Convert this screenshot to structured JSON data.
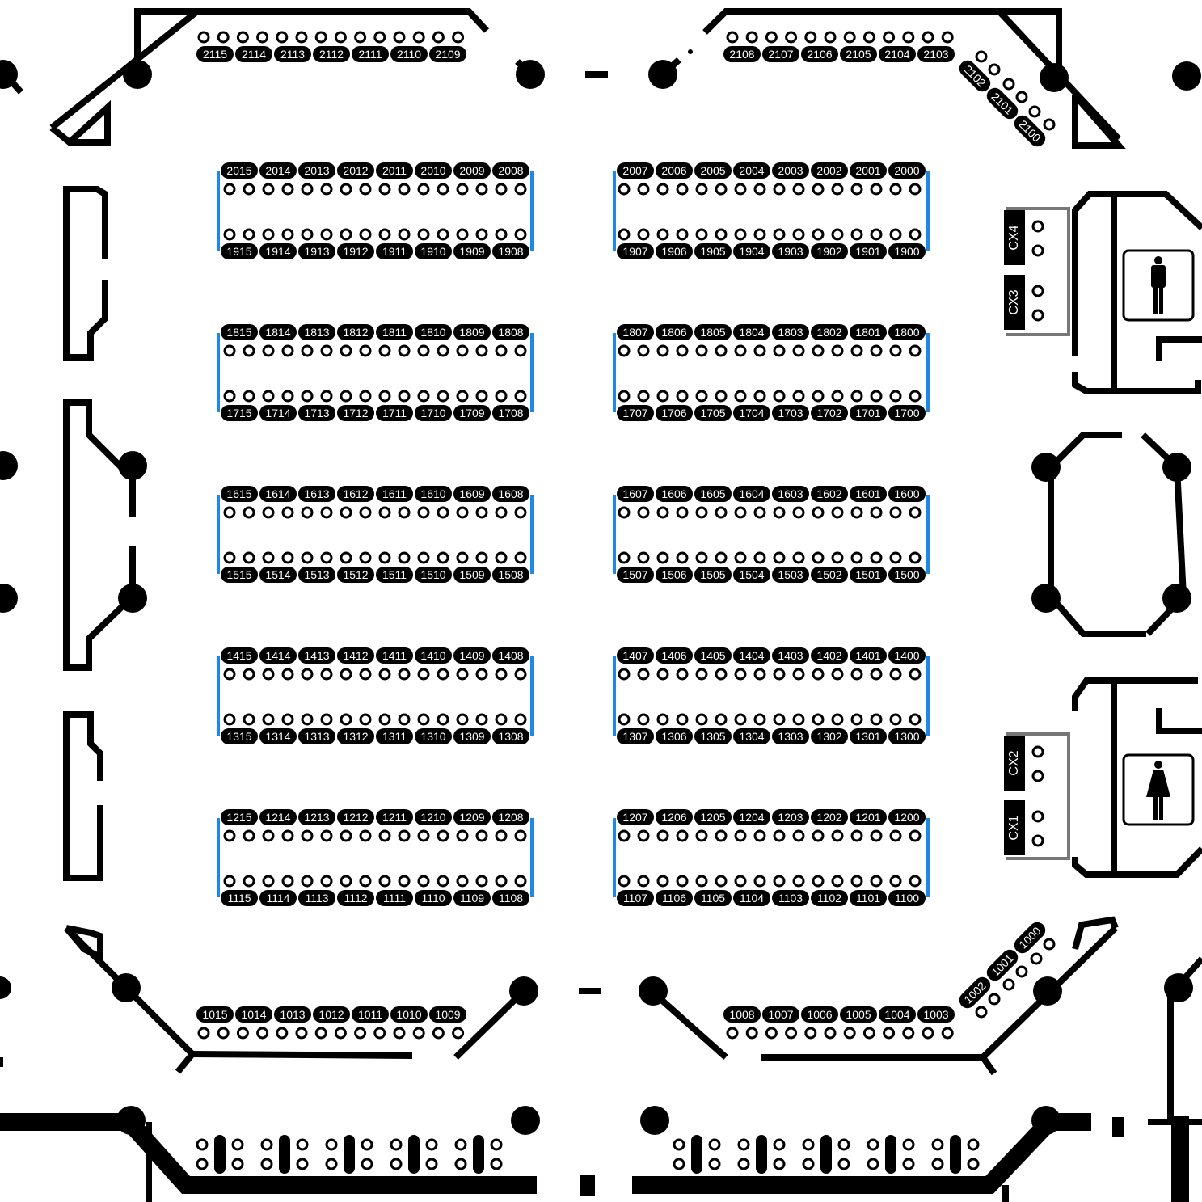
{
  "map": {
    "colors": {
      "walls": "#000000",
      "booth_edge": "#1e88e5",
      "label_text": "#ffffff",
      "counter_gray": "#777777"
    },
    "icons": {
      "restroom_men": "man-icon",
      "restroom_women": "woman-icon"
    },
    "rows": {
      "row_2000_left": [
        "2015",
        "2014",
        "2013",
        "2012",
        "2011",
        "2010",
        "2009",
        "2008"
      ],
      "row_2000_right": [
        "2007",
        "2006",
        "2005",
        "2004",
        "2003",
        "2002",
        "2001",
        "2000"
      ],
      "row_1900_left": [
        "1915",
        "1914",
        "1913",
        "1912",
        "1911",
        "1910",
        "1909",
        "1908"
      ],
      "row_1900_right": [
        "1907",
        "1906",
        "1905",
        "1904",
        "1903",
        "1902",
        "1901",
        "1900"
      ],
      "row_1800_left": [
        "1815",
        "1814",
        "1813",
        "1812",
        "1811",
        "1810",
        "1809",
        "1808"
      ],
      "row_1800_right": [
        "1807",
        "1806",
        "1805",
        "1804",
        "1803",
        "1802",
        "1801",
        "1800"
      ],
      "row_1700_left": [
        "1715",
        "1714",
        "1713",
        "1712",
        "1711",
        "1710",
        "1709",
        "1708"
      ],
      "row_1700_right": [
        "1707",
        "1706",
        "1705",
        "1704",
        "1703",
        "1702",
        "1701",
        "1700"
      ],
      "row_1600_left": [
        "1615",
        "1614",
        "1613",
        "1612",
        "1611",
        "1610",
        "1609",
        "1608"
      ],
      "row_1600_right": [
        "1607",
        "1606",
        "1605",
        "1604",
        "1603",
        "1602",
        "1601",
        "1600"
      ],
      "row_1500_left": [
        "1515",
        "1514",
        "1513",
        "1512",
        "1511",
        "1510",
        "1509",
        "1508"
      ],
      "row_1500_right": [
        "1507",
        "1506",
        "1505",
        "1504",
        "1503",
        "1502",
        "1501",
        "1500"
      ],
      "row_1400_left": [
        "1415",
        "1414",
        "1413",
        "1412",
        "1411",
        "1410",
        "1409",
        "1408"
      ],
      "row_1400_right": [
        "1407",
        "1406",
        "1405",
        "1404",
        "1403",
        "1402",
        "1401",
        "1400"
      ],
      "row_1300_left": [
        "1315",
        "1314",
        "1313",
        "1312",
        "1311",
        "1310",
        "1309",
        "1308"
      ],
      "row_1300_right": [
        "1307",
        "1306",
        "1305",
        "1304",
        "1303",
        "1302",
        "1301",
        "1300"
      ],
      "row_1200_left": [
        "1215",
        "1214",
        "1213",
        "1212",
        "1211",
        "1210",
        "1209",
        "1208"
      ],
      "row_1200_right": [
        "1207",
        "1206",
        "1205",
        "1204",
        "1203",
        "1202",
        "1201",
        "1200"
      ],
      "row_1100_left": [
        "1115",
        "1114",
        "1113",
        "1112",
        "1111",
        "1110",
        "1109",
        "1108"
      ],
      "row_1100_right": [
        "1107",
        "1106",
        "1105",
        "1104",
        "1103",
        "1102",
        "1101",
        "1100"
      ],
      "row_2100_left": [
        "2115",
        "2114",
        "2113",
        "2112",
        "2111",
        "2110",
        "2109"
      ],
      "row_2100_right": [
        "2108",
        "2107",
        "2106",
        "2105",
        "2104",
        "2103"
      ],
      "row_2100_diag": [
        "2102",
        "2101",
        "2100"
      ],
      "row_1000_left": [
        "1015",
        "1014",
        "1013",
        "1012",
        "1011",
        "1010",
        "1009"
      ],
      "row_1000_right": [
        "1008",
        "1007",
        "1006",
        "1005",
        "1004",
        "1003"
      ],
      "row_1000_diag": [
        "1002",
        "1001",
        "1000"
      ]
    },
    "counters": [
      "CX4",
      "CX3",
      "CX2",
      "CX1"
    ]
  }
}
